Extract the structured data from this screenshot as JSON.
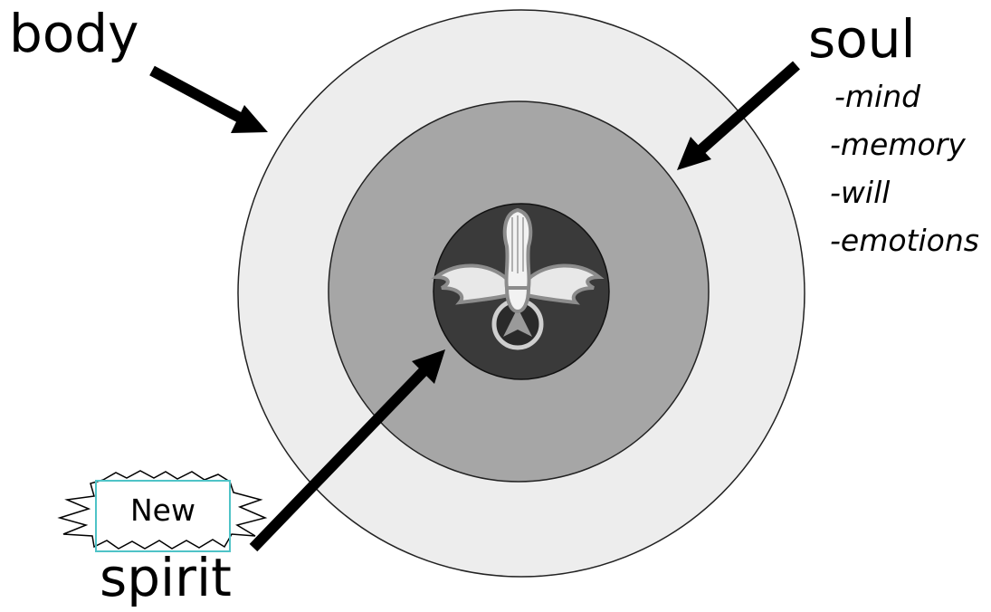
{
  "labels": {
    "body": "body",
    "soul": "soul",
    "spirit": "spirit",
    "new_badge": "New"
  },
  "soul_items": [
    "-mind",
    "-memory",
    "-will",
    "-emotions"
  ],
  "colors": {
    "outer_ring": "#ededed",
    "middle_ring": "#a6a6a6",
    "inner_core": "#3a3a3a",
    "arrow": "#000000",
    "badge_frame": "#4fc3c7"
  },
  "icons": {
    "center": "dove-icon"
  }
}
